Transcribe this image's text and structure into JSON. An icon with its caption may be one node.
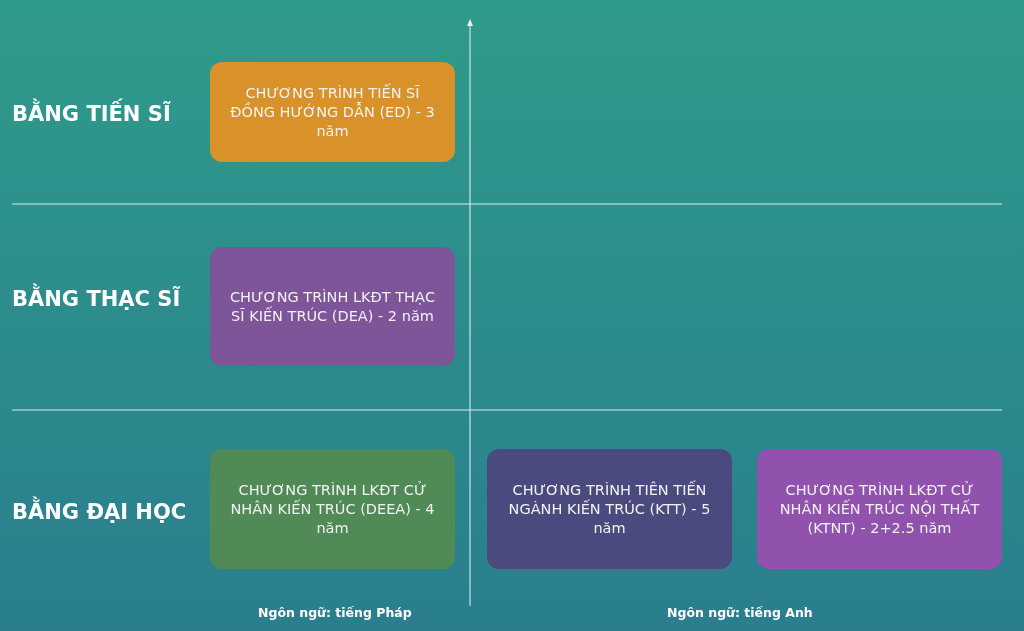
{
  "diagram": {
    "nodes": [
      {
        "text": [
          "CHƯƠNG TRÌNH TIẾN SĨ ĐỒNG HƯỚNG DẪN (ED) - 3 năm"
        ]
      },
      {
        "text": [
          "CHƯƠNG TRÌNH LKĐT THẠC SĨ KIẾN TRÚC (DEA) - 2 năm"
        ]
      },
      {
        "text": [
          "CHƯƠNG TRÌNH LKĐT CỬ NHÂN KIẾN TRÚC (DEEA) - 4 năm"
        ]
      },
      {
        "text": [
          "CHƯƠNG TRÌNH TIÊN TIẾN NGÀNH KIẾN TRÚC (KTT) - 5 năm"
        ]
      },
      {
        "text": [
          "CHƯƠNG TRÌNH LKĐT CỬ NHÂN KIẾN TRÚC NỘI THẤT (KTNT) - 2+2.5 năm"
        ]
      }
    ],
    "edges": [],
    "labels": [
      "BẰNG TIẾN SĨ",
      "BẰNG THẠC SĨ",
      "BẰNG ĐẠI HỌC",
      "Ngôn ngữ: tiếng Pháp",
      "Ngôn ngữ: tiếng Anh"
    ]
  }
}
